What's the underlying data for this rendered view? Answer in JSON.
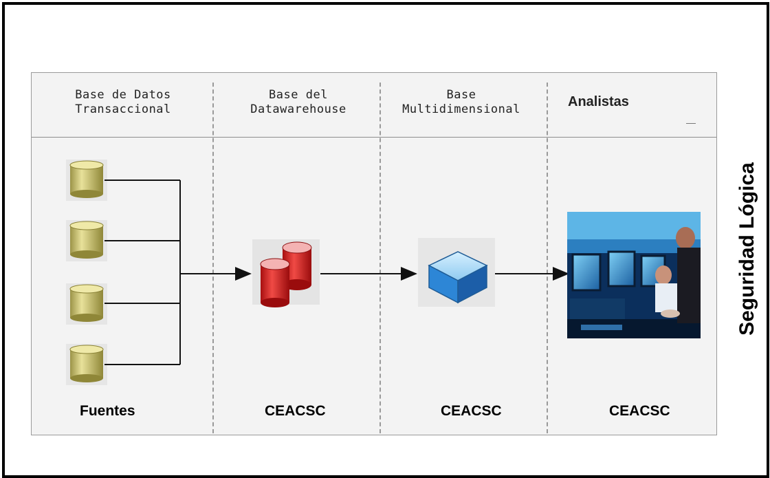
{
  "columns": [
    {
      "heading": "Base de Datos\nTransaccional",
      "footer": "Fuentes"
    },
    {
      "heading": "Base del\nDatawarehouse",
      "footer": "CEACSC"
    },
    {
      "heading": "Base\nMultidimensional",
      "footer": "CEACSC"
    },
    {
      "heading": "Analistas",
      "footer": "CEACSC"
    }
  ],
  "side_label": "Seguridad Lógica",
  "colors": {
    "source_db": "#d9d27a",
    "warehouse_db": "#e8282a",
    "cube": "#2d86d6",
    "frame": "#000000",
    "panel": "#f3f3f3"
  },
  "icons": {
    "sources": [
      "database-icon",
      "database-icon",
      "database-icon",
      "database-icon"
    ],
    "warehouse": "database-stack-icon",
    "cube": "olap-cube-icon",
    "analysts": "analysts-photo"
  }
}
